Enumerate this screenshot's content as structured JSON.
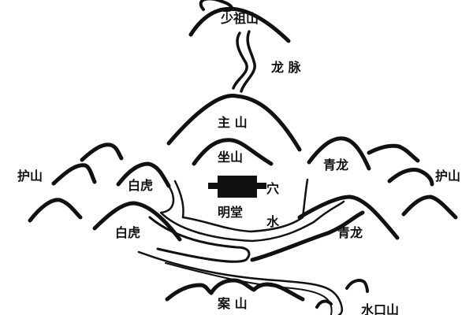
{
  "diagram": {
    "title": "Feng Shui landform diagram",
    "line_color": "#111111",
    "background": "#ffffff",
    "labels": {
      "shaozushan": "少祖山",
      "longmai": "龙 脉",
      "zhushan": "主 山",
      "zuoshan": "坐山",
      "xue": "穴",
      "mingtang": "明堂",
      "shui": "水",
      "baihu_inner": "白虎",
      "baihu_outer": "白虎",
      "qinglong_inner": "青龙",
      "qinglong_outer": "青龙",
      "hushan_left": "护山",
      "hushan_right": "护山",
      "anshan": "案 山",
      "shuikoushan": "水口山"
    }
  }
}
